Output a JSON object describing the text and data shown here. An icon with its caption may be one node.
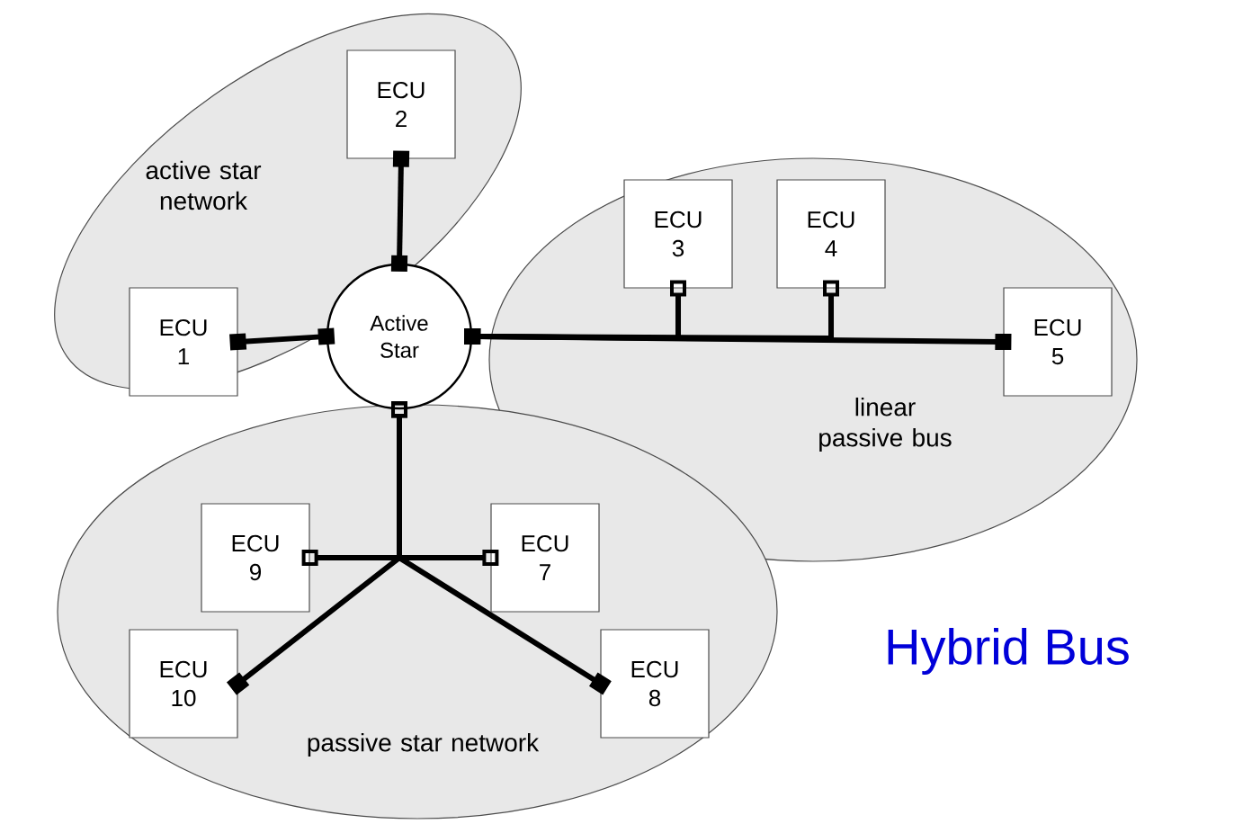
{
  "diagram": {
    "nodes": [
      {
        "text": [
          "active star network"
        ]
      },
      {
        "text": [
          "linear passive bus"
        ]
      },
      {
        "text": [
          "passive star network"
        ]
      },
      {
        "text": [
          "Active Star"
        ]
      },
      {
        "text": [
          "ECU 2"
        ],
        "in": 0
      },
      {
        "text": [
          "ECU 1"
        ],
        "in": 0
      },
      {
        "text": [
          "ECU 3"
        ],
        "in": 1
      },
      {
        "text": [
          "ECU 4"
        ],
        "in": 1
      },
      {
        "text": [
          "ECU 5"
        ],
        "in": 1
      },
      {
        "text": [
          "ECU 9"
        ],
        "in": 2
      },
      {
        "text": [
          "ECU 7"
        ],
        "in": 2
      },
      {
        "text": [
          "ECU 10"
        ],
        "in": 2
      },
      {
        "text": [
          "ECU 8"
        ],
        "in": 2
      }
    ],
    "edges": [
      {
        "from": 3,
        "to": 4,
        "arrow": "other"
      },
      {
        "from": 3,
        "to": 5,
        "arrow": "other"
      },
      {
        "from": 3,
        "to": 6,
        "arrow": "other"
      },
      {
        "from": 3,
        "to": 7,
        "arrow": "other"
      },
      {
        "from": 3,
        "to": 8,
        "arrow": "other"
      },
      {
        "from": 3,
        "to": 9,
        "arrow": "other"
      },
      {
        "from": 3,
        "to": 10,
        "arrow": "other"
      },
      {
        "from": 3,
        "to": 11,
        "arrow": "other"
      },
      {
        "from": 3,
        "to": 12,
        "arrow": "other"
      }
    ],
    "labels": [
      "Hybrid Bus"
    ]
  }
}
